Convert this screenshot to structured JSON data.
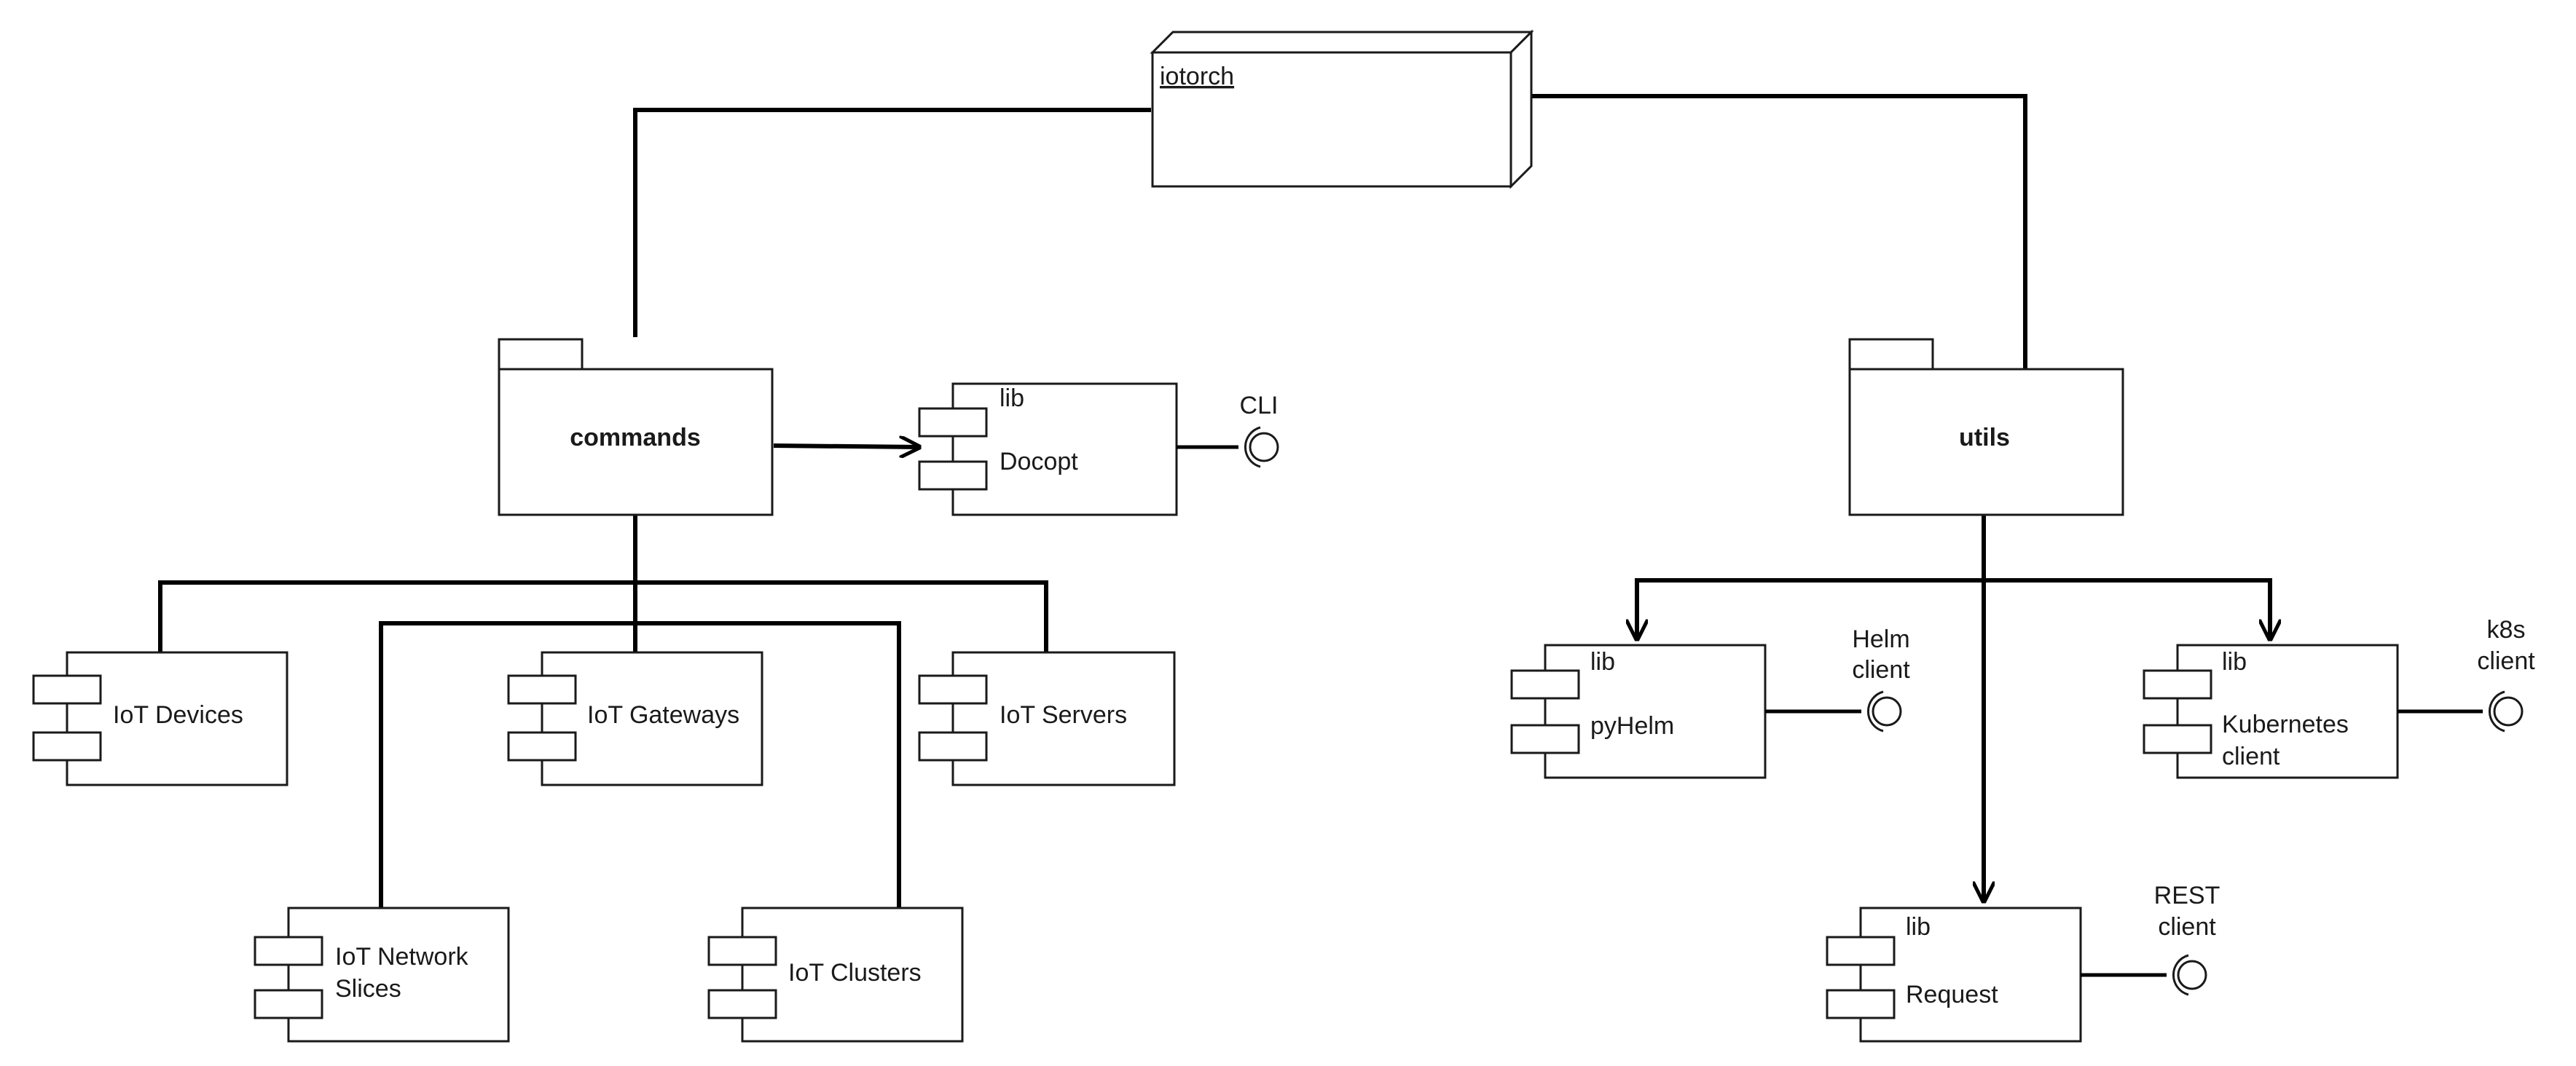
{
  "node": {
    "name": "iotorch"
  },
  "packages": {
    "commands": "commands",
    "utils": "utils"
  },
  "components": {
    "docopt": {
      "stereotype": "lib",
      "name": "Docopt"
    },
    "iot_devices": {
      "name": "IoT Devices"
    },
    "iot_gateways": {
      "name": "IoT Gateways"
    },
    "iot_servers": {
      "name": "IoT Servers"
    },
    "iot_network_slices": {
      "name_line1": "IoT Network",
      "name_line2": "Slices"
    },
    "iot_clusters": {
      "name": "IoT Clusters"
    },
    "pyhelm": {
      "stereotype": "lib",
      "name": "pyHelm"
    },
    "kubernetes": {
      "stereotype": "lib",
      "name_line1": "Kubernetes",
      "name_line2": "client"
    },
    "request": {
      "stereotype": "lib",
      "name": "Request"
    }
  },
  "interfaces": {
    "cli": {
      "label": "CLI"
    },
    "helm": {
      "label_line1": "Helm",
      "label_line2": "client"
    },
    "k8s": {
      "label_line1": "k8s",
      "label_line2": "client"
    },
    "rest": {
      "label_line1": "REST",
      "label_line2": "client"
    }
  }
}
